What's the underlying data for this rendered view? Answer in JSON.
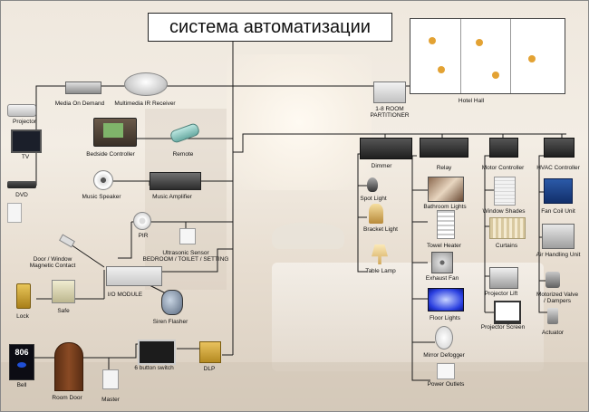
{
  "title": "система автоматизации",
  "colors": {
    "wire": "#1a1a1a",
    "device_dark": "#3a3a3a",
    "accent_blue": "#1f4fd6",
    "bell_panel": "#0c0c14",
    "door": "#6e3a1c"
  },
  "labels": {
    "projector": "Projector",
    "tv": "TV",
    "dvd": "DVD",
    "media_on_demand": "Media On Demand",
    "multimedia_ir_receiver": "Multimedia IR Receiver",
    "bedside_controller": "Bedside Controller",
    "remote": "Remote",
    "music_speaker": "Music Speaker",
    "music_amplifier": "Music Amplifier",
    "pir": "PIR",
    "ultrasonic_sensor_1": "Ultrasonic Sensor",
    "ultrasonic_sensor_2": "BEDROOM / TOILET / SETTING",
    "door_window_1": "Door / Window",
    "door_window_2": "Magnetic Contact",
    "io_module": "I/O MODULE",
    "lock": "Lock",
    "safe": "Safe",
    "siren_flasher": "Siren Flasher",
    "bell": "Bell",
    "bell_display": "806",
    "room_door": "Room Door",
    "master": "Master",
    "six_button_switch": "6 button switch",
    "dlp": "DLP",
    "room_partitioner_1": "1-8 ROOM",
    "room_partitioner_2": "PARTITIONER",
    "hotel_hall": "Hotel Hall",
    "dimmer": "Dimmer",
    "relay": "Relay",
    "motor_controller": "Motor Controller",
    "hvac_controller": "HVAC Controller",
    "spot_light": "Spot Light",
    "bracket_light": "Bracket Light",
    "table_lamp": "Table Lamp",
    "bathroom_lights": "Bathroom Lights",
    "towel_heater": "Towel Heater",
    "exhaust_fan": "Exhaust Fan",
    "floor_lights": "Floor Lights",
    "mirror_defogger": "Mirror Defogger",
    "power_outlets": "Power Outlets",
    "window_shades": "Window Shades",
    "curtains": "Curtains",
    "projector_lift": "Projector Lift",
    "projector_screen": "Projector Screen",
    "fan_coil_unit": "Fan Coil Unit",
    "air_handling_unit": "Air Handling Unit",
    "motorized_valve_1": "Motorized Valve",
    "motorized_valve_2": "/ Dampers",
    "actuator": "Actuator"
  }
}
